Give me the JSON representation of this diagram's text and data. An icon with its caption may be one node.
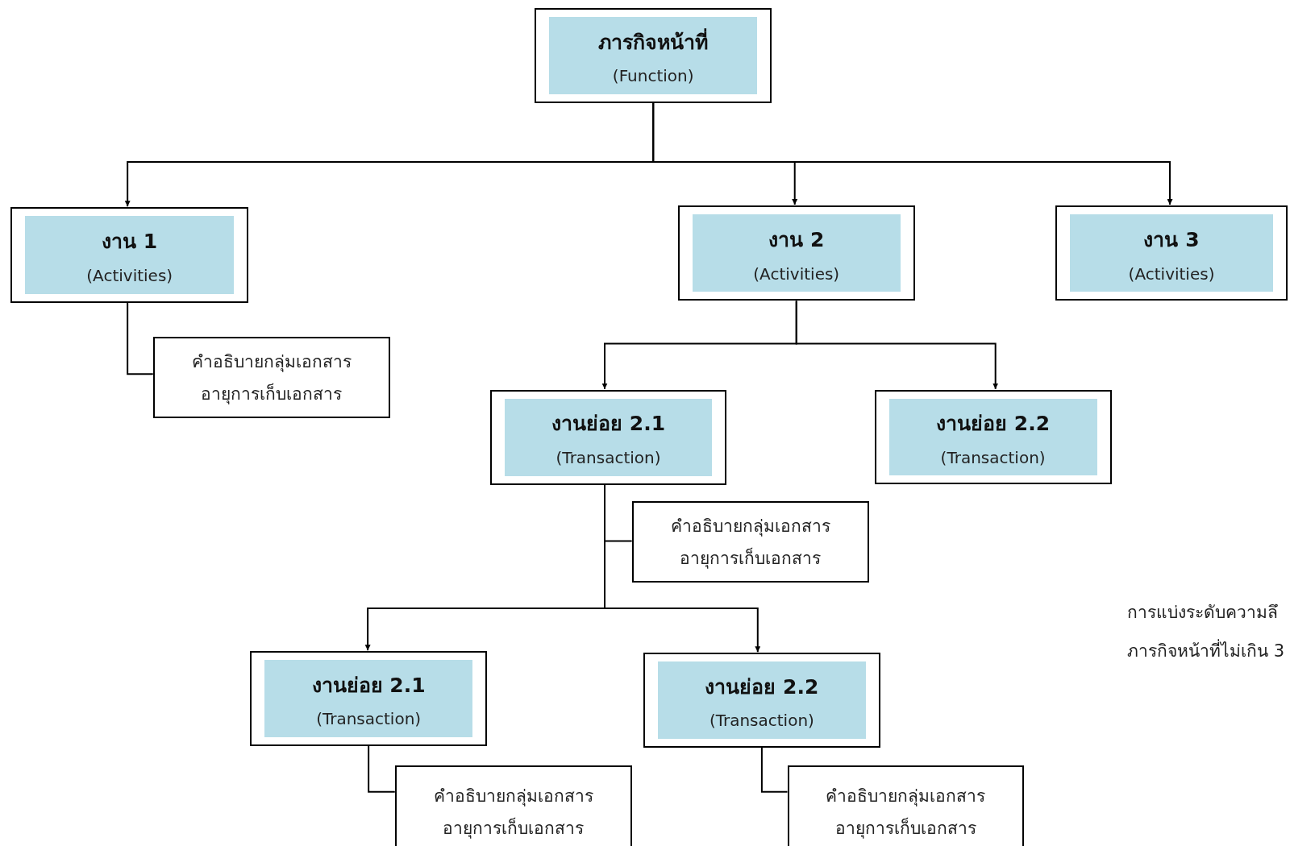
{
  "diagram": {
    "nodes": [
      {
        "text": [
          "ภารกิจหน้าที่",
          "(Function)"
        ]
      },
      {
        "text": [
          "งาน 1",
          "(Activities)"
        ]
      },
      {
        "text": [
          "งาน 2",
          "(Activities)"
        ]
      },
      {
        "text": [
          "งาน 3",
          "(Activities)"
        ]
      },
      {
        "text": [
          "คำอธิบายกลุ่มเอกสาร อายุการเก็บเอกสาร"
        ]
      },
      {
        "text": [
          "งานย่อย 2.1",
          "(Transaction)"
        ]
      },
      {
        "text": [
          "งานย่อย 2.2",
          "(Transaction)"
        ]
      },
      {
        "text": [
          "คำอธิบายกลุ่มเอกสาร อายุการเก็บเอกสาร"
        ]
      },
      {
        "text": [
          "งานย่อย 2.1",
          "(Transaction)"
        ]
      },
      {
        "text": [
          "งานย่อย 2.2",
          "(Transaction)"
        ]
      },
      {
        "text": [
          "คำอธิบายกลุ่มเอกสาร อายุการเก็บเอกสาร"
        ]
      },
      {
        "text": [
          "คำอธิบายกลุ่มเอกสาร อายุการเก็บเอกสาร"
        ]
      }
    ],
    "edges": [
      {
        "from": 0,
        "to": 1,
        "arrow": "to"
      },
      {
        "from": 0,
        "to": 2,
        "arrow": "to"
      },
      {
        "from": 0,
        "to": 3,
        "arrow": "to"
      },
      {
        "from": 1,
        "to": 4,
        "arrow": "none"
      },
      {
        "from": 2,
        "to": 5,
        "arrow": "to"
      },
      {
        "from": 2,
        "to": 6,
        "arrow": "to"
      },
      {
        "from": 5,
        "to": 7,
        "arrow": "none"
      },
      {
        "from": 5,
        "to": 8,
        "arrow": "to"
      },
      {
        "from": 5,
        "to": 9,
        "arrow": "to"
      },
      {
        "from": 8,
        "to": 10,
        "arrow": "none"
      },
      {
        "from": 9,
        "to": 11,
        "arrow": "none"
      }
    ],
    "labels": [
      "การแบ่งระดับความลึ",
      "ภารกิจหน้าที่ไม่เกิน 3"
    ]
  }
}
